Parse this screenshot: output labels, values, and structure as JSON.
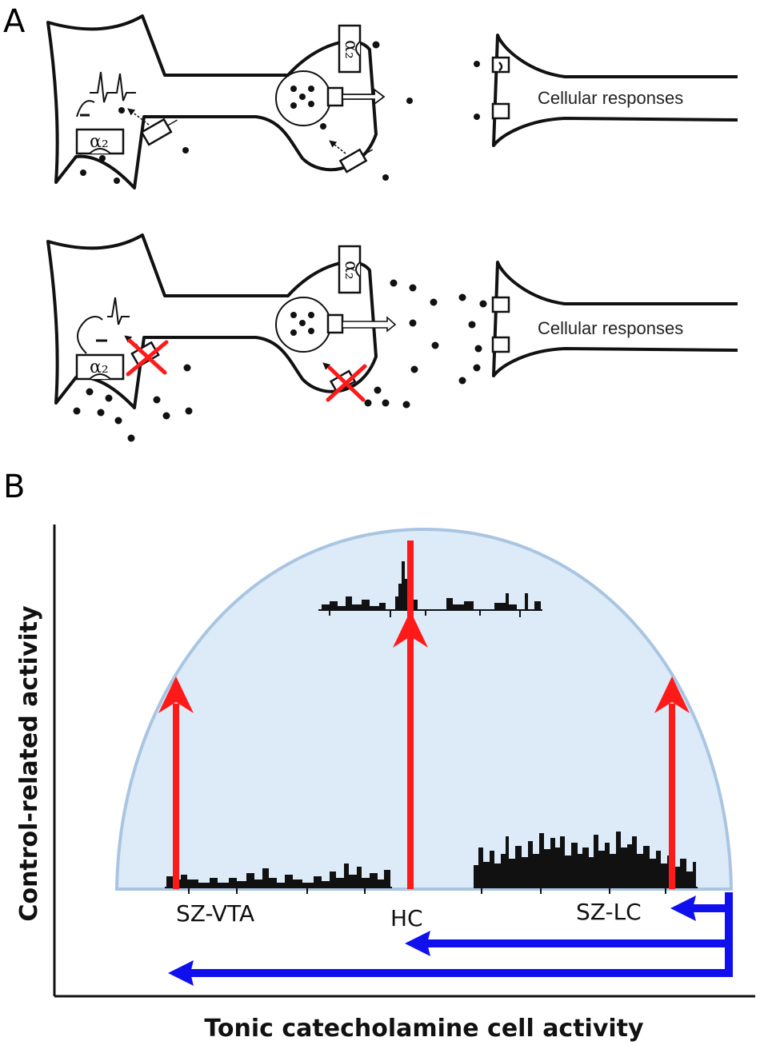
{
  "panel_a": {
    "label": "A",
    "top": {
      "cellular_responses": "Cellular responses",
      "alpha_soma": "α₂",
      "alpha_terminal": "α₂"
    },
    "bottom": {
      "cellular_responses": "Cellular responses",
      "alpha_soma": "α₂",
      "alpha_terminal": "α₂"
    }
  },
  "panel_b": {
    "label": "B",
    "y_axis_label": "Control-related activity",
    "x_axis_label": "Tonic catecholamine cell activity",
    "groups": [
      "SZ-VTA",
      "HC",
      "SZ-LC"
    ],
    "colors": {
      "curve_fill": "#dcebf7",
      "curve_stroke": "#a9c5e2",
      "up_arrows": "#ff1a1a",
      "left_arrows": "#1010ee",
      "raster": "#111111"
    }
  }
}
